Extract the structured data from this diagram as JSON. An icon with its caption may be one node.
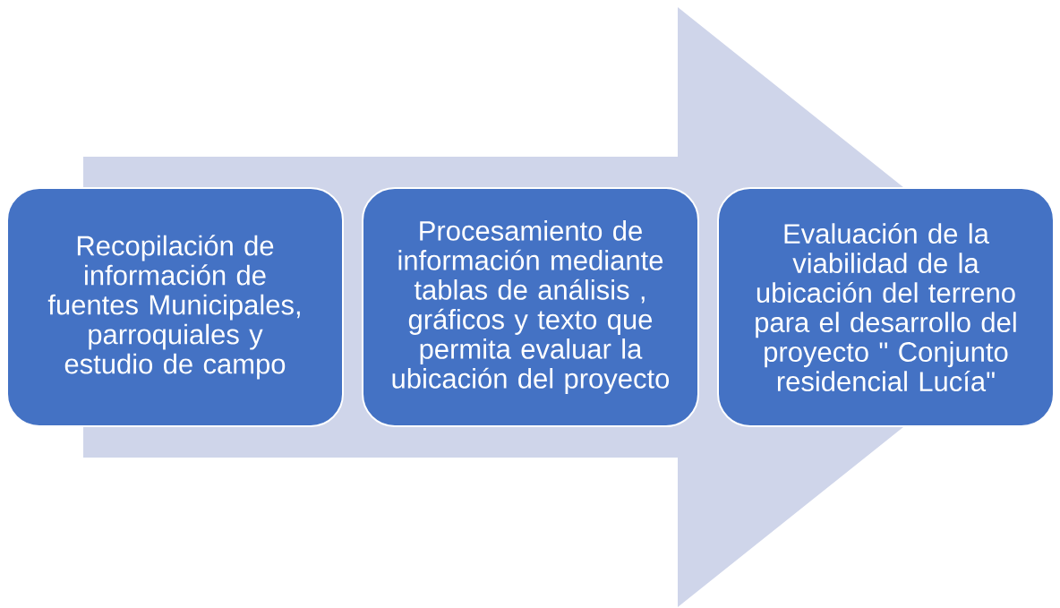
{
  "diagram": {
    "nodes": [
      {
        "text": [
          "Recopilación de información de fuentes Municipales, parroquiales y estudio de campo"
        ]
      },
      {
        "text": [
          "Procesamiento de información mediante tablas de análisis , gráficos y texto que permita evaluar la ubicación del proyecto"
        ]
      },
      {
        "text": [
          "Evaluación de la viabilidad de la ubicación del terreno para el desarrollo del proyecto \" Conjunto residencial Lucía\""
        ]
      }
    ],
    "edges": [
      {
        "from": 0,
        "to": 2,
        "arrow": "to"
      }
    ]
  }
}
